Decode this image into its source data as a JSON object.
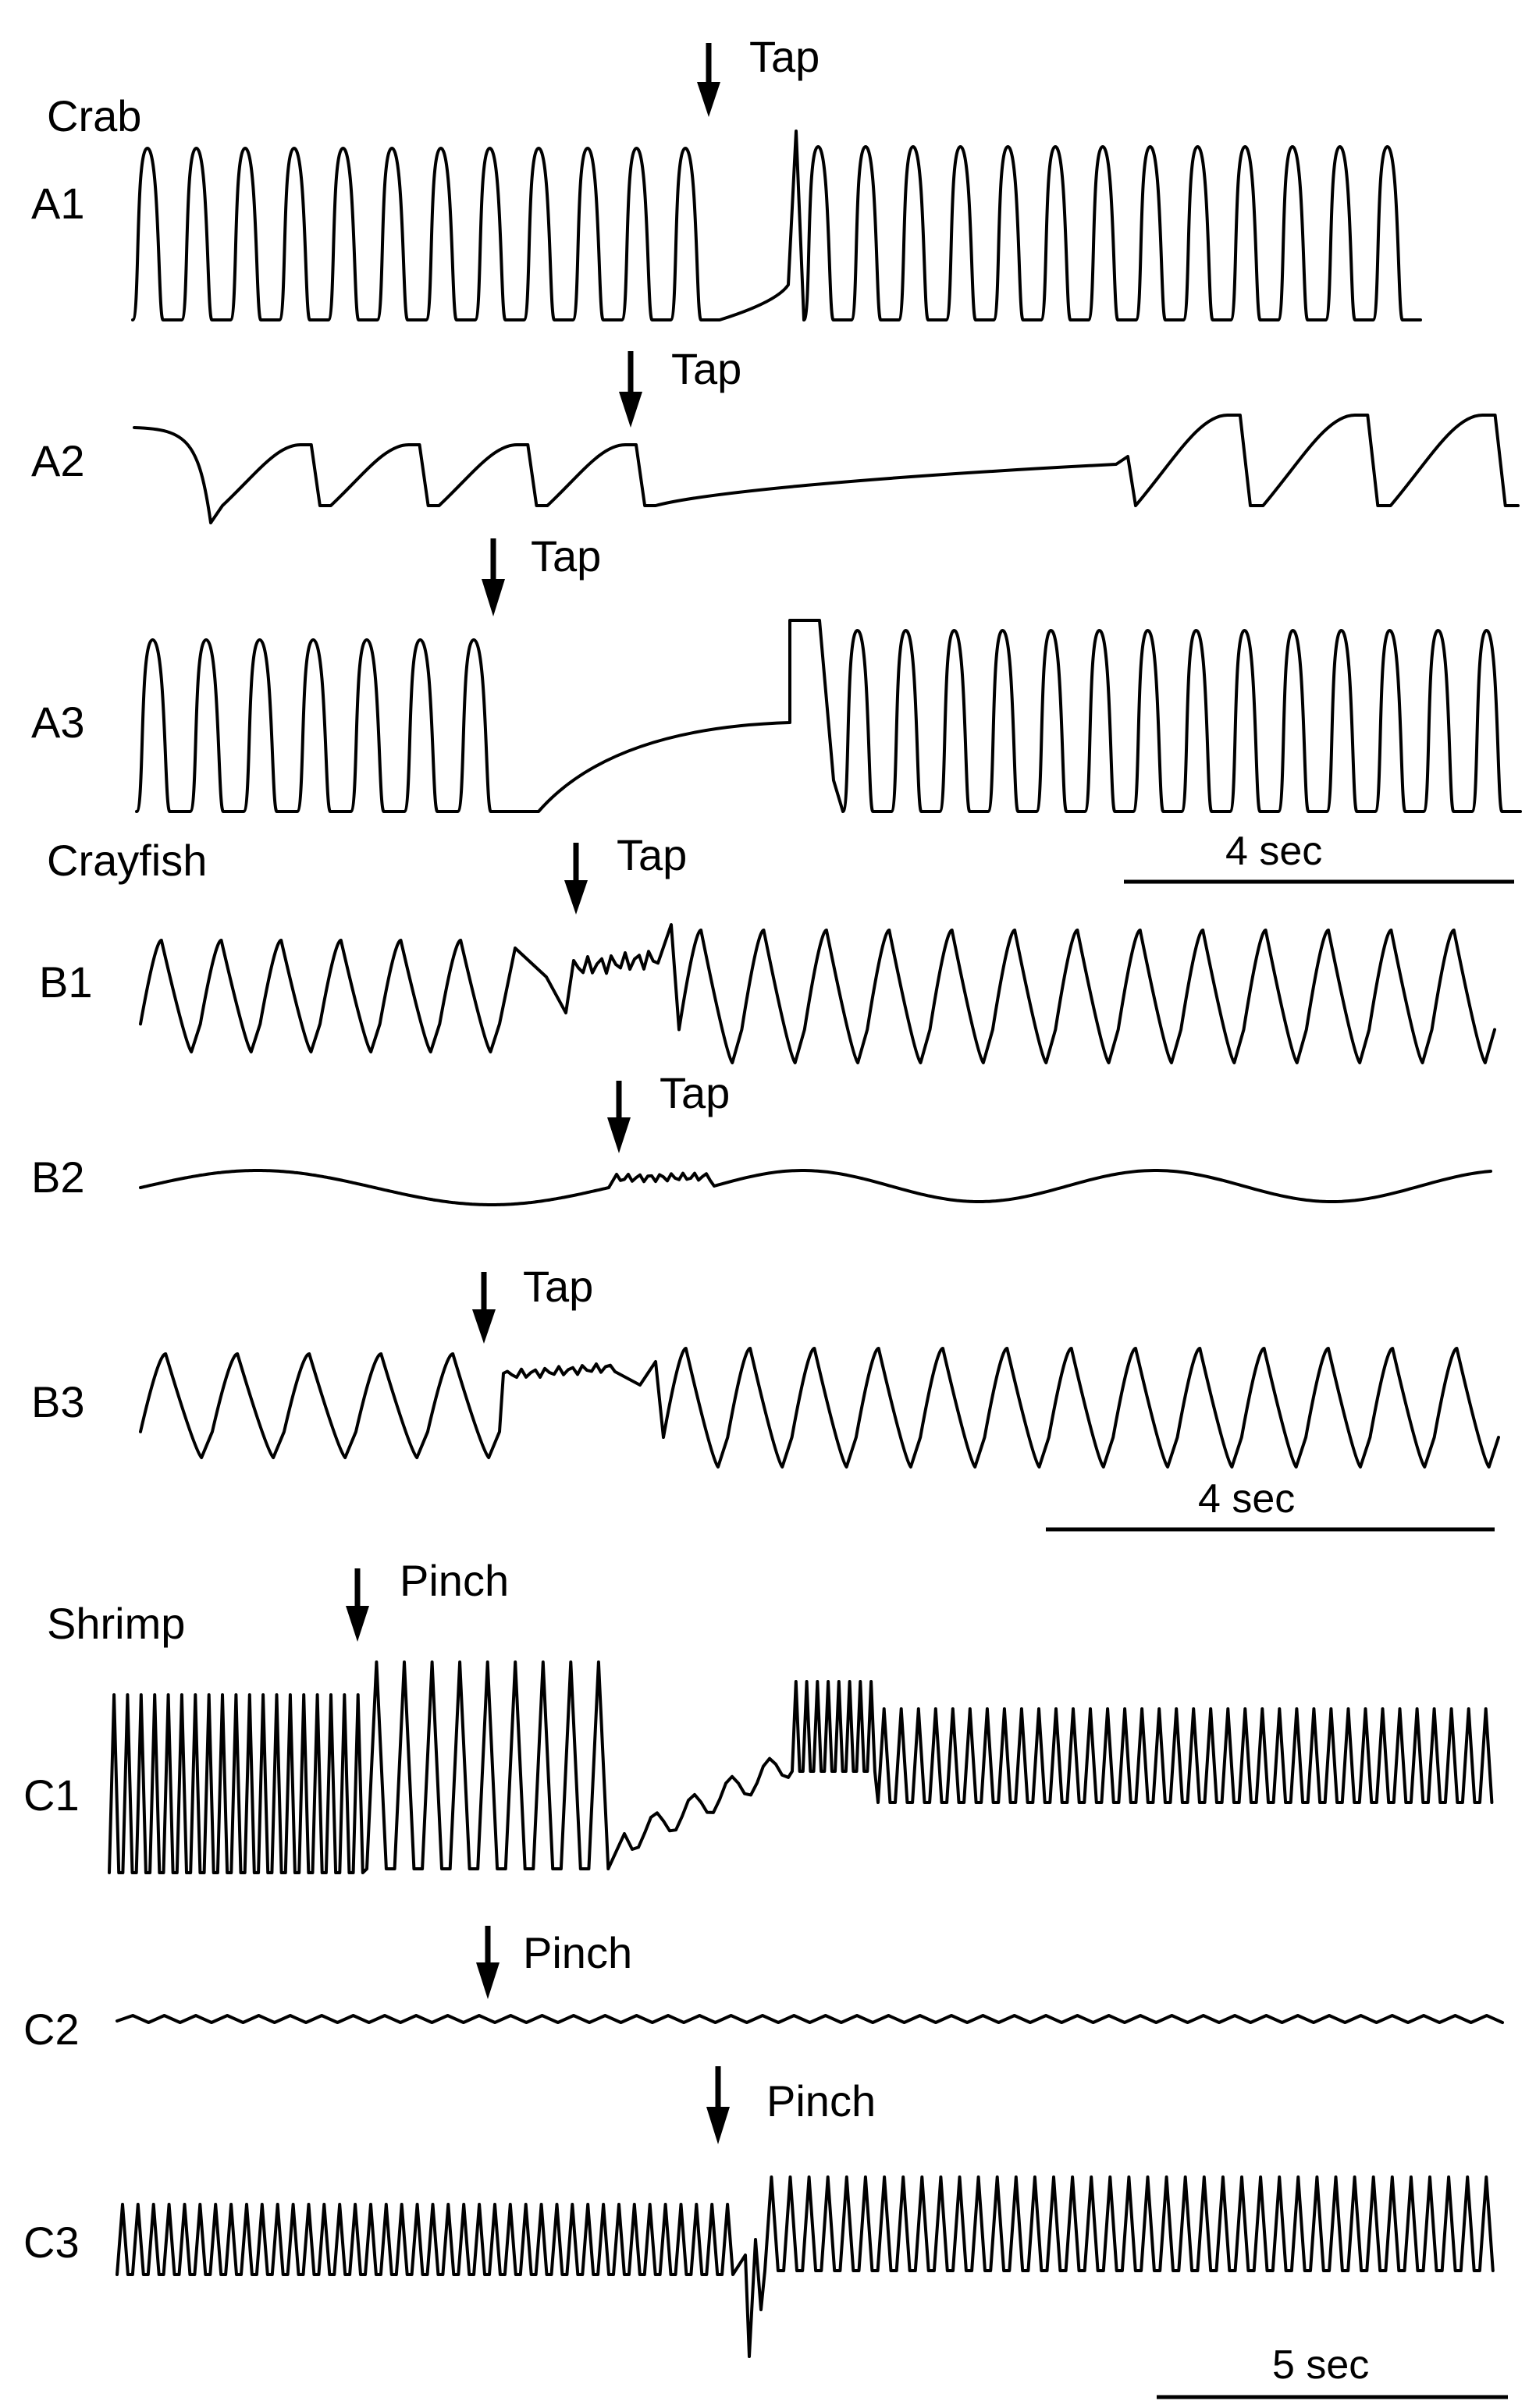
{
  "chart_data": {
    "type": "line",
    "panels": [
      {
        "id": "A",
        "group_label": "Crab",
        "scale_bar_label": "4 sec",
        "traces": [
          {
            "label": "A1",
            "stimulus": "Tap",
            "pattern": "rect",
            "cycles_before": 12,
            "cycles_after": 13,
            "pause": "slow-rise"
          },
          {
            "label": "A2",
            "stimulus": "Tap",
            "pattern": "hump",
            "cycles_before": 4,
            "cycles_after": 3,
            "pause": "flat"
          },
          {
            "label": "A3",
            "stimulus": "Tap",
            "pattern": "rect",
            "cycles_before": 7,
            "cycles_after": 14,
            "pause": "exp-rise"
          }
        ]
      },
      {
        "id": "B",
        "group_label": "Crayfish",
        "scale_bar_label": "4 sec",
        "traces": [
          {
            "label": "B1",
            "stimulus": "Tap",
            "pattern": "saw",
            "cycles_before": 6,
            "cycles_after": 13,
            "pause": "noisy"
          },
          {
            "label": "B2",
            "stimulus": "Tap",
            "pattern": "sine",
            "cycles_before": 2,
            "cycles_after": 3,
            "pause": "noisy"
          },
          {
            "label": "B3",
            "stimulus": "Tap",
            "pattern": "saw",
            "cycles_before": 5,
            "cycles_after": 13,
            "pause": "noisy"
          }
        ]
      },
      {
        "id": "C",
        "group_label": "Shrimp",
        "scale_bar_label": "5 sec",
        "traces": [
          {
            "label": "C1",
            "stimulus": "Pinch",
            "pattern": "fast",
            "cycles_before": 19,
            "cycles_after": 44,
            "pause": "noisy-rise"
          },
          {
            "label": "C2",
            "stimulus": "Pinch",
            "pattern": "tiny",
            "cycles_before": 14,
            "cycles_after": 30,
            "pause": "none"
          },
          {
            "label": "C3",
            "stimulus": "Pinch",
            "pattern": "dip",
            "cycles_before": 40,
            "cycles_after": 39,
            "pause": "spike"
          }
        ]
      }
    ]
  }
}
